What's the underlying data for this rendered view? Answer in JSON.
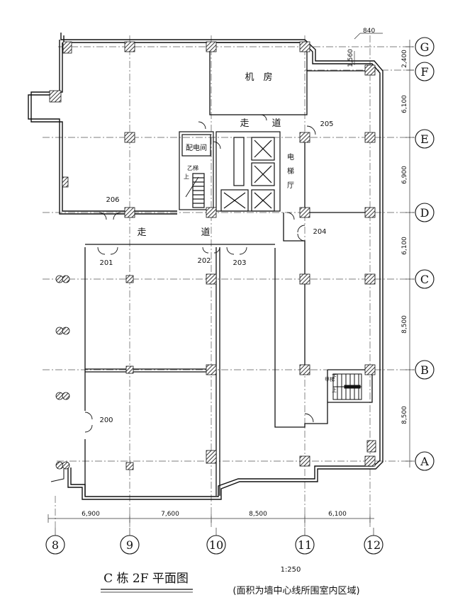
{
  "rooms": {
    "machine_room": "机　房",
    "corridor_top_1": "走",
    "corridor_top_2": "道",
    "corridor_main_1": "走",
    "corridor_main_2": "道",
    "electrical_room": "配电间",
    "elevator_hall_1": "电",
    "elevator_hall_2": "梯",
    "elevator_hall_3": "厅",
    "stair_b": "乙梯",
    "stair_b_up": "上",
    "stair_a": "甲梯",
    "stair_a_down": "下",
    "stair_a_up": "上"
  },
  "doors": [
    "200",
    "201",
    "202",
    "203",
    "204",
    "205",
    "206"
  ],
  "dims_bottom": [
    "6,900",
    "7,600",
    "8,500",
    "6,100"
  ],
  "dims_right": [
    "2,400",
    "6,100",
    "6,900",
    "6,100",
    "8,500",
    "8,500"
  ],
  "dims_top": [
    "840",
    "1,560"
  ],
  "axes_vertical": [
    "8",
    "9",
    "10",
    "11",
    "12"
  ],
  "axes_horizontal": [
    "G",
    "F",
    "E",
    "D",
    "C",
    "B",
    "A"
  ],
  "scale": "1:250",
  "title": "C 栋 2F 平面图",
  "subtitle": "(面积为墙中心线所围室内区域)"
}
